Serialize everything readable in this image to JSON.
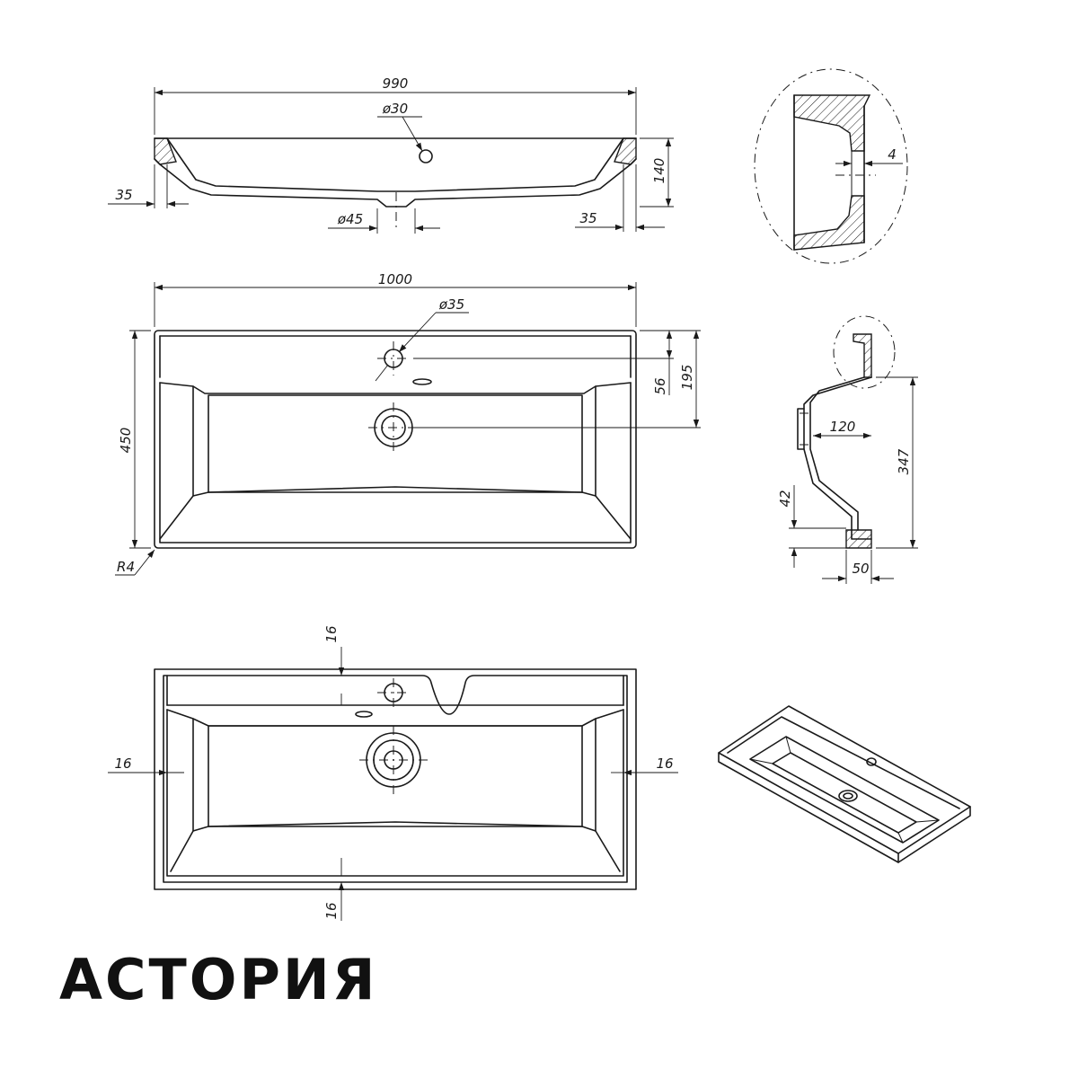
{
  "title": "АСТОРИЯ",
  "colors": {
    "line": "#1a1a1a",
    "background": "#ffffff"
  },
  "dimensions": {
    "front_width": "990",
    "front_hole": "ø30",
    "front_height": "140",
    "front_left_offset": "35",
    "front_right_offset": "35",
    "front_drain": "ø45",
    "detail_wall": "4",
    "top_width": "1000",
    "top_hole": "ø35",
    "top_depth": "450",
    "top_offset_small": "56",
    "top_offset_large": "195",
    "top_radius": "R4",
    "side_depth": "120",
    "side_height": "347",
    "side_bottom": "42",
    "side_base": "50",
    "bottom_top": "16",
    "bottom_left": "16",
    "bottom_right": "16",
    "bottom_bottom": "16"
  }
}
